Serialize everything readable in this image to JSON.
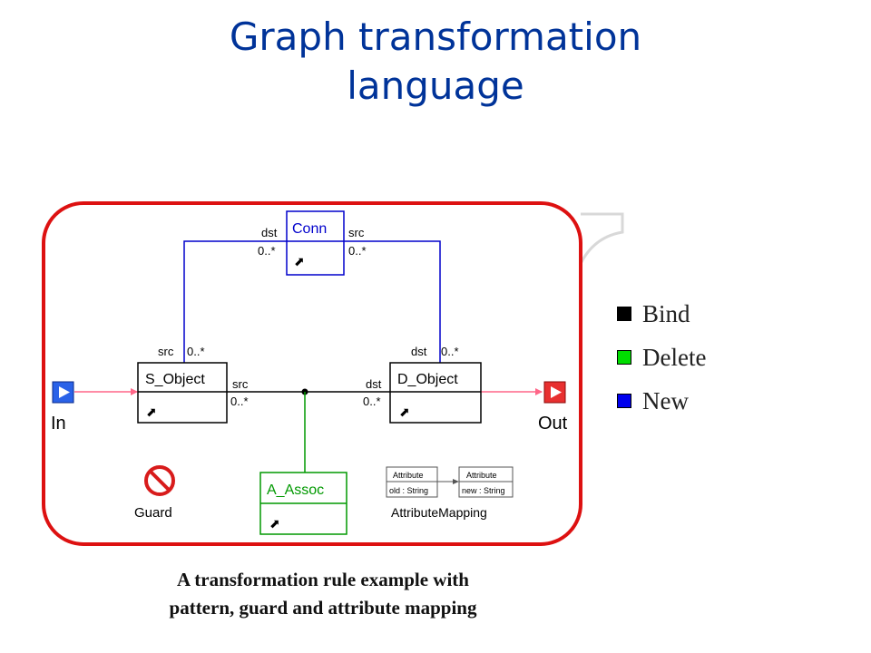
{
  "title": {
    "line1": "Graph transformation",
    "line2": "language"
  },
  "legend": [
    {
      "label": "Bind",
      "color": "#000000"
    },
    {
      "label": "Delete",
      "color": "#00dd00"
    },
    {
      "label": "New",
      "color": "#0000ee"
    }
  ],
  "diagram": {
    "nodes": {
      "conn": {
        "name": "Conn"
      },
      "s_object": {
        "name": "S_Object"
      },
      "d_object": {
        "name": "D_Object"
      },
      "a_assoc": {
        "name": "A_Assoc"
      }
    },
    "roles": {
      "conn_dst": "dst",
      "conn_dst_mult": "0..*",
      "conn_src": "src",
      "conn_src_mult": "0..*",
      "s_src": "src",
      "s_src_mult": "0..*",
      "d_dst": "dst",
      "d_dst_mult": "0..*",
      "assoc_src": "src",
      "assoc_src_mult": "0..*",
      "assoc_dst": "dst",
      "assoc_dst_mult": "0..*"
    },
    "ports": {
      "in": "In",
      "out": "Out"
    },
    "guard": {
      "label": "Guard"
    },
    "attribute_mapping": {
      "label": "AttributeMapping",
      "left_header": "Attribute",
      "left_field": "old : String",
      "right_header": "Attribute",
      "right_field": "new : String"
    },
    "colors": {
      "frame": "#dd1111",
      "blue": "#0000cc",
      "green": "#009900",
      "pink": "#ff6688"
    }
  },
  "caption": {
    "line1": "A transformation rule example with",
    "line2": "pattern, guard and attribute mapping"
  }
}
